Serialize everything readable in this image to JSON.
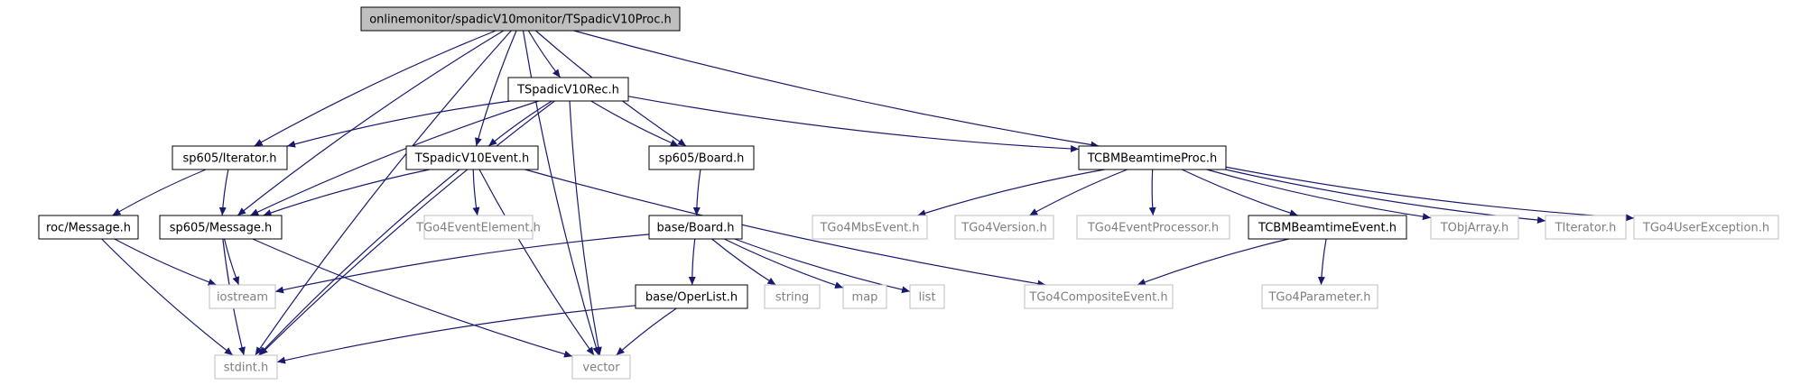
{
  "colors": {
    "edge": "#191970",
    "node_border": "#000000",
    "node_border_external": "#bfbfbf",
    "root_fill": "#bfbfbf",
    "text": "#000000",
    "text_external": "#7f7f7f"
  },
  "nodes": [
    {
      "id": "root",
      "label": "onlinemonitor/spadicV10monitor/TSpadicV10Proc.h",
      "kind": "root"
    },
    {
      "id": "rec",
      "label": "TSpadicV10Rec.h",
      "kind": "local"
    },
    {
      "id": "iterator",
      "label": "sp605/Iterator.h",
      "kind": "local"
    },
    {
      "id": "event",
      "label": "TSpadicV10Event.h",
      "kind": "local"
    },
    {
      "id": "board",
      "label": "sp605/Board.h",
      "kind": "local"
    },
    {
      "id": "beamproc",
      "label": "TCBMBeamtimeProc.h",
      "kind": "local"
    },
    {
      "id": "rocmsg",
      "label": "roc/Message.h",
      "kind": "local"
    },
    {
      "id": "spmsg",
      "label": "sp605/Message.h",
      "kind": "local"
    },
    {
      "id": "evelem",
      "label": "TGo4EventElement.h",
      "kind": "external"
    },
    {
      "id": "baseboard",
      "label": "base/Board.h",
      "kind": "local"
    },
    {
      "id": "mbsevent",
      "label": "TGo4MbsEvent.h",
      "kind": "external"
    },
    {
      "id": "version",
      "label": "TGo4Version.h",
      "kind": "external"
    },
    {
      "id": "evproc",
      "label": "TGo4EventProcessor.h",
      "kind": "external"
    },
    {
      "id": "beamevent",
      "label": "TCBMBeamtimeEvent.h",
      "kind": "local"
    },
    {
      "id": "objarray",
      "label": "TObjArray.h",
      "kind": "external"
    },
    {
      "id": "titerator",
      "label": "TIterator.h",
      "kind": "external"
    },
    {
      "id": "userexc",
      "label": "TGo4UserException.h",
      "kind": "external"
    },
    {
      "id": "iostream",
      "label": "iostream",
      "kind": "external"
    },
    {
      "id": "operlist",
      "label": "base/OperList.h",
      "kind": "local"
    },
    {
      "id": "string",
      "label": "string",
      "kind": "external"
    },
    {
      "id": "map",
      "label": "map",
      "kind": "external"
    },
    {
      "id": "list",
      "label": "list",
      "kind": "external"
    },
    {
      "id": "compevent",
      "label": "TGo4CompositeEvent.h",
      "kind": "external"
    },
    {
      "id": "param",
      "label": "TGo4Parameter.h",
      "kind": "external"
    },
    {
      "id": "stdint",
      "label": "stdint.h",
      "kind": "external"
    },
    {
      "id": "vector",
      "label": "vector",
      "kind": "external"
    }
  ],
  "edges": [
    [
      "root",
      "rec"
    ],
    [
      "root",
      "iterator"
    ],
    [
      "root",
      "spmsg"
    ],
    [
      "root",
      "event"
    ],
    [
      "root",
      "board"
    ],
    [
      "root",
      "beamproc"
    ],
    [
      "root",
      "stdint"
    ],
    [
      "root",
      "vector"
    ],
    [
      "rec",
      "iterator"
    ],
    [
      "rec",
      "spmsg"
    ],
    [
      "rec",
      "event"
    ],
    [
      "rec",
      "board"
    ],
    [
      "rec",
      "beamproc"
    ],
    [
      "rec",
      "stdint"
    ],
    [
      "rec",
      "vector"
    ],
    [
      "iterator",
      "rocmsg"
    ],
    [
      "iterator",
      "spmsg"
    ],
    [
      "event",
      "spmsg"
    ],
    [
      "event",
      "evelem"
    ],
    [
      "event",
      "stdint"
    ],
    [
      "event",
      "vector"
    ],
    [
      "event",
      "compevent"
    ],
    [
      "board",
      "baseboard"
    ],
    [
      "beamproc",
      "mbsevent"
    ],
    [
      "beamproc",
      "version"
    ],
    [
      "beamproc",
      "evproc"
    ],
    [
      "beamproc",
      "beamevent"
    ],
    [
      "beamproc",
      "objarray"
    ],
    [
      "beamproc",
      "titerator"
    ],
    [
      "beamproc",
      "userexc"
    ],
    [
      "beamevent",
      "compevent"
    ],
    [
      "beamevent",
      "param"
    ],
    [
      "rocmsg",
      "iostream"
    ],
    [
      "rocmsg",
      "stdint"
    ],
    [
      "spmsg",
      "iostream"
    ],
    [
      "spmsg",
      "stdint"
    ],
    [
      "spmsg",
      "vector"
    ],
    [
      "baseboard",
      "iostream"
    ],
    [
      "baseboard",
      "operlist"
    ],
    [
      "baseboard",
      "string"
    ],
    [
      "baseboard",
      "map"
    ],
    [
      "baseboard",
      "list"
    ],
    [
      "operlist",
      "stdint"
    ],
    [
      "operlist",
      "vector"
    ]
  ]
}
